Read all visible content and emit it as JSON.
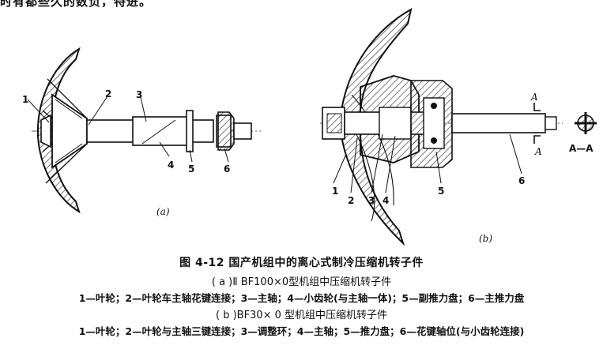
{
  "top_text": "时有都些久的数负，特进。",
  "figure": {
    "title": "图 4-12  国产机组中的离心式制冷压缩机转子件",
    "part_a": {
      "label": "(a)",
      "callouts": [
        "1",
        "2",
        "3",
        "4",
        "5",
        "6"
      ],
      "subtitle": "( a )Ⅱ BF100×0型机组中压缩机转子件",
      "legend": "1—叶轮；2—叶轮车主轴花键连接；3—主轴；4—小齿轮(与主轴一体)；5—副推力盘；6—主推力盘"
    },
    "part_b": {
      "label": "(b)",
      "callouts": [
        "1",
        "2",
        "3",
        "4",
        "5",
        "6"
      ],
      "section_marks": [
        "A",
        "A"
      ],
      "section_label": "A—A",
      "subtitle": "( b )BF30× 0 型机组中压缩机转子件",
      "legend": "1—叶轮；2—叶轮与主轴三键连接；3—调整环；4—主轴；5—推力盘；6—花键轴位(与小齿轮连接)"
    }
  }
}
